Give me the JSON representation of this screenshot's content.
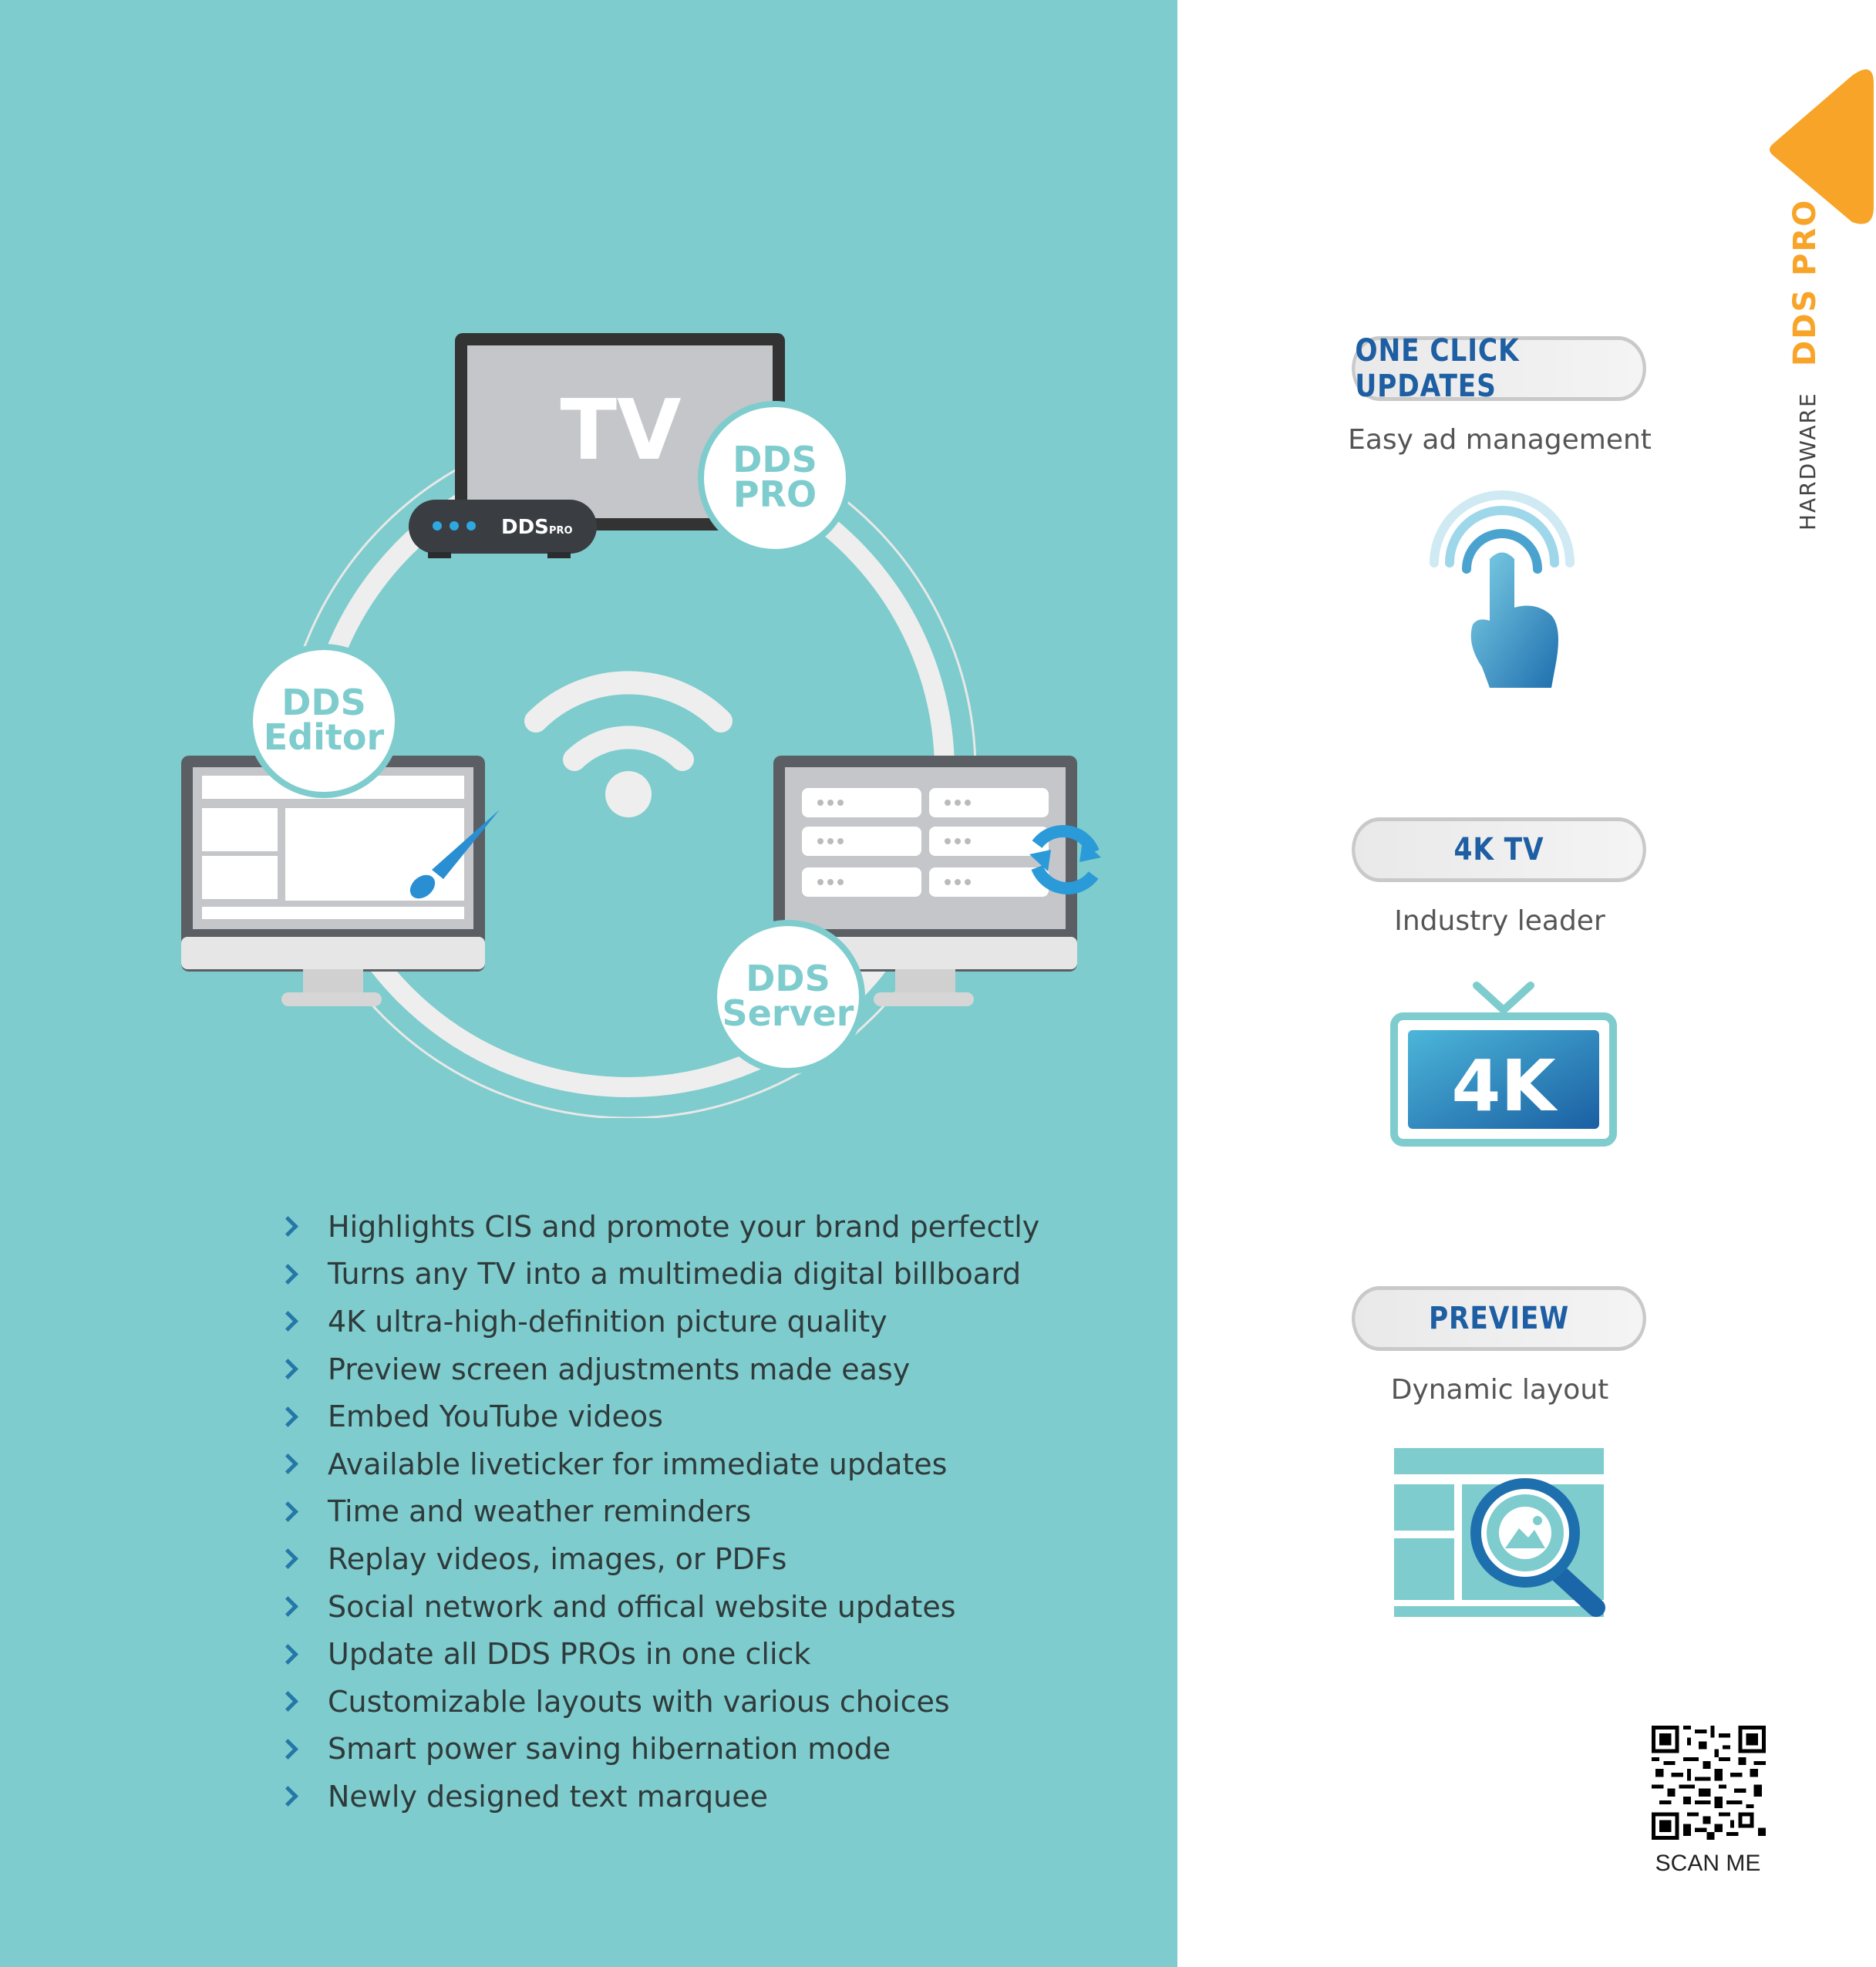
{
  "diagram": {
    "tv_label": "TV",
    "box_brand": "DDS",
    "box_brand_small": "PRO",
    "nodes": {
      "pro": [
        "DDS",
        "PRO"
      ],
      "editor": [
        "DDS",
        "Editor"
      ],
      "server": [
        "DDS",
        "Server"
      ]
    }
  },
  "features": [
    "Highlights CIS and promote your brand perfectly",
    "Turns any TV into a multimedia digital billboard",
    "4K ultra-high-definition picture quality",
    "Preview screen adjustments made easy",
    "Embed YouTube videos",
    "Available liveticker for immediate updates",
    "Time and weather reminders",
    "Replay videos, images, or PDFs",
    "Social network and offical website updates",
    "Update all DDS PROs in one click",
    "Customizable layouts with various choices",
    "Smart power saving hibernation mode",
    "Newly designed text marquee"
  ],
  "highlights": [
    {
      "title": "ONE CLICK UPDATES",
      "subtitle": "Easy ad management",
      "icon": "touch-hand-icon"
    },
    {
      "title": "4K TV",
      "subtitle": "Industry leader",
      "icon": "4k-tv-icon",
      "icon_text": "4K"
    },
    {
      "title": "PREVIEW",
      "subtitle": "Dynamic layout",
      "icon": "layout-preview-icon"
    }
  ],
  "side_tab": {
    "title": "DDS PRO",
    "subtitle": "HARDWARE",
    "color": "#f7a428"
  },
  "qr": {
    "caption": "SCAN ME"
  },
  "colors": {
    "panel": "#7ecccd",
    "accent_blue": "#1e5ea3",
    "orange": "#f7a428"
  }
}
